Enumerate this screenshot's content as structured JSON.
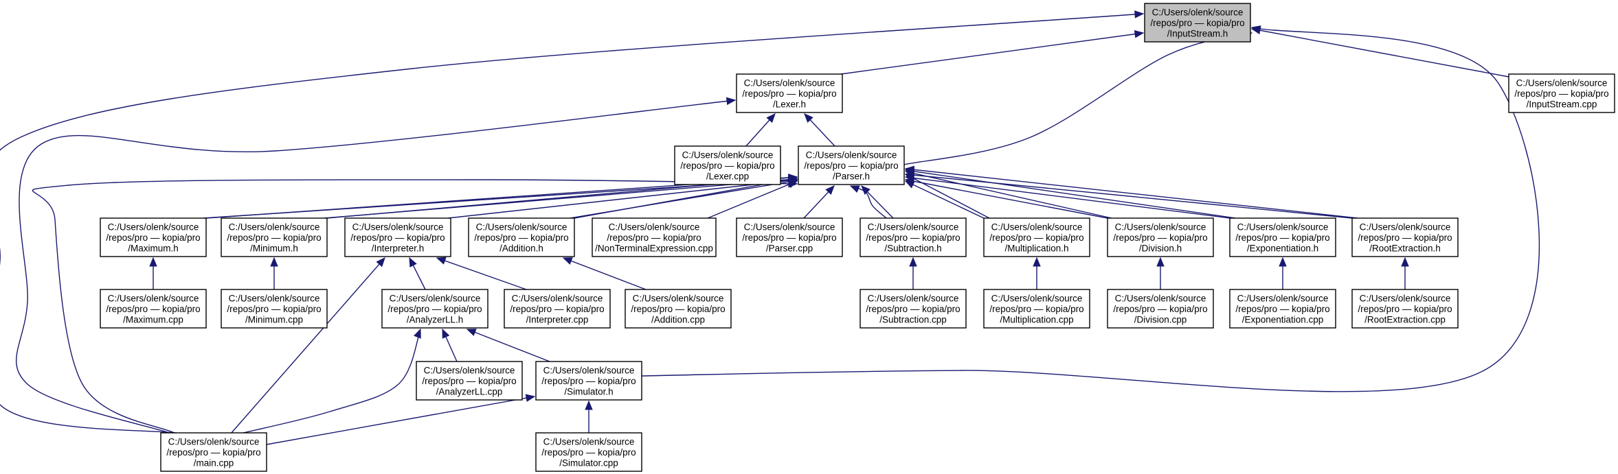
{
  "diagram": {
    "root": "inputstream_h",
    "nodes": [
      {
        "id": "inputstream_h",
        "lines": [
          "C:/Users/olenk/source",
          "/repos/pro — kopia/pro",
          "/InputStream.h"
        ],
        "highlight": true
      },
      {
        "id": "lexer_h",
        "lines": [
          "C:/Users/olenk/source",
          "/repos/pro — kopia/pro",
          "/Lexer.h"
        ]
      },
      {
        "id": "inputstream_cpp",
        "lines": [
          "C:/Users/olenk/source",
          "/repos/pro — kopia/pro",
          "/InputStream.cpp"
        ]
      },
      {
        "id": "lexer_cpp",
        "lines": [
          "C:/Users/olenk/source",
          "/repos/pro — kopia/pro",
          "/Lexer.cpp"
        ]
      },
      {
        "id": "parser_h",
        "lines": [
          "C:/Users/olenk/source",
          "/repos/pro — kopia/pro",
          "/Parser.h"
        ]
      },
      {
        "id": "maximum_h",
        "lines": [
          "C:/Users/olenk/source",
          "/repos/pro — kopia/pro",
          "/Maximum.h"
        ]
      },
      {
        "id": "minimum_h",
        "lines": [
          "C:/Users/olenk/source",
          "/repos/pro — kopia/pro",
          "/Minimum.h"
        ]
      },
      {
        "id": "interpreter_h",
        "lines": [
          "C:/Users/olenk/source",
          "/repos/pro — kopia/pro",
          "/Interpreter.h"
        ]
      },
      {
        "id": "addition_h",
        "lines": [
          "C:/Users/olenk/source",
          "/repos/pro — kopia/pro",
          "/Addition.h"
        ]
      },
      {
        "id": "nonterminal_cpp",
        "lines": [
          "C:/Users/olenk/source",
          "/repos/pro — kopia/pro",
          "/NonTerminalExpression.cpp"
        ]
      },
      {
        "id": "parser_cpp",
        "lines": [
          "C:/Users/olenk/source",
          "/repos/pro — kopia/pro",
          "/Parser.cpp"
        ]
      },
      {
        "id": "subtraction_h",
        "lines": [
          "C:/Users/olenk/source",
          "/repos/pro — kopia/pro",
          "/Subtraction.h"
        ]
      },
      {
        "id": "multiplication_h",
        "lines": [
          "C:/Users/olenk/source",
          "/repos/pro — kopia/pro",
          "/Multiplication.h"
        ]
      },
      {
        "id": "division_h",
        "lines": [
          "C:/Users/olenk/source",
          "/repos/pro — kopia/pro",
          "/Division.h"
        ]
      },
      {
        "id": "exponentiation_h",
        "lines": [
          "C:/Users/olenk/source",
          "/repos/pro — kopia/pro",
          "/Exponentiation.h"
        ]
      },
      {
        "id": "rootextraction_h",
        "lines": [
          "C:/Users/olenk/source",
          "/repos/pro — kopia/pro",
          "/RootExtraction.h"
        ]
      },
      {
        "id": "maximum_cpp",
        "lines": [
          "C:/Users/olenk/source",
          "/repos/pro — kopia/pro",
          "/Maximum.cpp"
        ]
      },
      {
        "id": "minimum_cpp",
        "lines": [
          "C:/Users/olenk/source",
          "/repos/pro — kopia/pro",
          "/Minimum.cpp"
        ]
      },
      {
        "id": "analyzerll_h",
        "lines": [
          "C:/Users/olenk/source",
          "/repos/pro — kopia/pro",
          "/AnalyzerLL.h"
        ]
      },
      {
        "id": "interpreter_cpp",
        "lines": [
          "C:/Users/olenk/source",
          "/repos/pro — kopia/pro",
          "/Interpreter.cpp"
        ]
      },
      {
        "id": "addition_cpp",
        "lines": [
          "C:/Users/olenk/source",
          "/repos/pro — kopia/pro",
          "/Addition.cpp"
        ]
      },
      {
        "id": "subtraction_cpp",
        "lines": [
          "C:/Users/olenk/source",
          "/repos/pro — kopia/pro",
          "/Subtraction.cpp"
        ]
      },
      {
        "id": "multiplication_cpp",
        "lines": [
          "C:/Users/olenk/source",
          "/repos/pro — kopia/pro",
          "/Multiplication.cpp"
        ]
      },
      {
        "id": "division_cpp",
        "lines": [
          "C:/Users/olenk/source",
          "/repos/pro — kopia/pro",
          "/Division.cpp"
        ]
      },
      {
        "id": "exponentiation_cpp",
        "lines": [
          "C:/Users/olenk/source",
          "/repos/pro — kopia/pro",
          "/Exponentiation.cpp"
        ]
      },
      {
        "id": "rootextraction_cpp",
        "lines": [
          "C:/Users/olenk/source",
          "/repos/pro — kopia/pro",
          "/RootExtraction.cpp"
        ]
      },
      {
        "id": "analyzerll_cpp",
        "lines": [
          "C:/Users/olenk/source",
          "/repos/pro — kopia/pro",
          "/AnalyzerLL.cpp"
        ]
      },
      {
        "id": "simulator_h",
        "lines": [
          "C:/Users/olenk/source",
          "/repos/pro — kopia/pro",
          "/Simulator.h"
        ]
      },
      {
        "id": "main_cpp",
        "lines": [
          "C:/Users/olenk/source",
          "/repos/pro — kopia/pro",
          "/main.cpp"
        ]
      },
      {
        "id": "simulator_cpp",
        "lines": [
          "C:/Users/olenk/source",
          "/repos/pro — kopia/pro",
          "/Simulator.cpp"
        ]
      }
    ],
    "edges": [
      {
        "from": "inputstream_h",
        "to": "lexer_h"
      },
      {
        "from": "inputstream_h",
        "to": "main_cpp"
      },
      {
        "from": "inputstream_h",
        "to": "inputstream_cpp"
      },
      {
        "from": "inputstream_h",
        "to": "parser_h"
      },
      {
        "from": "inputstream_h",
        "to": "simulator_h"
      },
      {
        "from": "lexer_h",
        "to": "lexer_cpp"
      },
      {
        "from": "lexer_h",
        "to": "parser_h"
      },
      {
        "from": "lexer_h",
        "to": "main_cpp"
      },
      {
        "from": "parser_h",
        "to": "maximum_h"
      },
      {
        "from": "parser_h",
        "to": "minimum_h"
      },
      {
        "from": "parser_h",
        "to": "interpreter_h"
      },
      {
        "from": "parser_h",
        "to": "addition_h"
      },
      {
        "from": "parser_h",
        "to": "nonterminal_cpp"
      },
      {
        "from": "parser_h",
        "to": "parser_cpp"
      },
      {
        "from": "parser_h",
        "to": "subtraction_h"
      },
      {
        "from": "parser_h",
        "to": "multiplication_h"
      },
      {
        "from": "parser_h",
        "to": "division_h"
      },
      {
        "from": "parser_h",
        "to": "exponentiation_h"
      },
      {
        "from": "parser_h",
        "to": "rootextraction_h"
      },
      {
        "from": "parser_h",
        "to": "main_cpp"
      },
      {
        "from": "maximum_h",
        "to": "maximum_cpp"
      },
      {
        "from": "maximum_h",
        "to": "parser_h"
      },
      {
        "from": "minimum_h",
        "to": "minimum_cpp"
      },
      {
        "from": "minimum_h",
        "to": "parser_h"
      },
      {
        "from": "interpreter_h",
        "to": "analyzerll_h"
      },
      {
        "from": "interpreter_h",
        "to": "interpreter_cpp"
      },
      {
        "from": "interpreter_h",
        "to": "main_cpp"
      },
      {
        "from": "addition_h",
        "to": "addition_cpp"
      },
      {
        "from": "addition_h",
        "to": "parser_h"
      },
      {
        "from": "subtraction_h",
        "to": "subtraction_cpp"
      },
      {
        "from": "subtraction_h",
        "to": "parser_h"
      },
      {
        "from": "multiplication_h",
        "to": "multiplication_cpp"
      },
      {
        "from": "multiplication_h",
        "to": "parser_h"
      },
      {
        "from": "division_h",
        "to": "division_cpp"
      },
      {
        "from": "division_h",
        "to": "parser_h"
      },
      {
        "from": "exponentiation_h",
        "to": "exponentiation_cpp"
      },
      {
        "from": "exponentiation_h",
        "to": "parser_h"
      },
      {
        "from": "rootextraction_h",
        "to": "rootextraction_cpp"
      },
      {
        "from": "rootextraction_h",
        "to": "parser_h"
      },
      {
        "from": "analyzerll_h",
        "to": "analyzerll_cpp"
      },
      {
        "from": "analyzerll_h",
        "to": "simulator_h"
      },
      {
        "from": "analyzerll_h",
        "to": "main_cpp"
      },
      {
        "from": "simulator_h",
        "to": "main_cpp"
      },
      {
        "from": "simulator_h",
        "to": "simulator_cpp"
      }
    ]
  }
}
